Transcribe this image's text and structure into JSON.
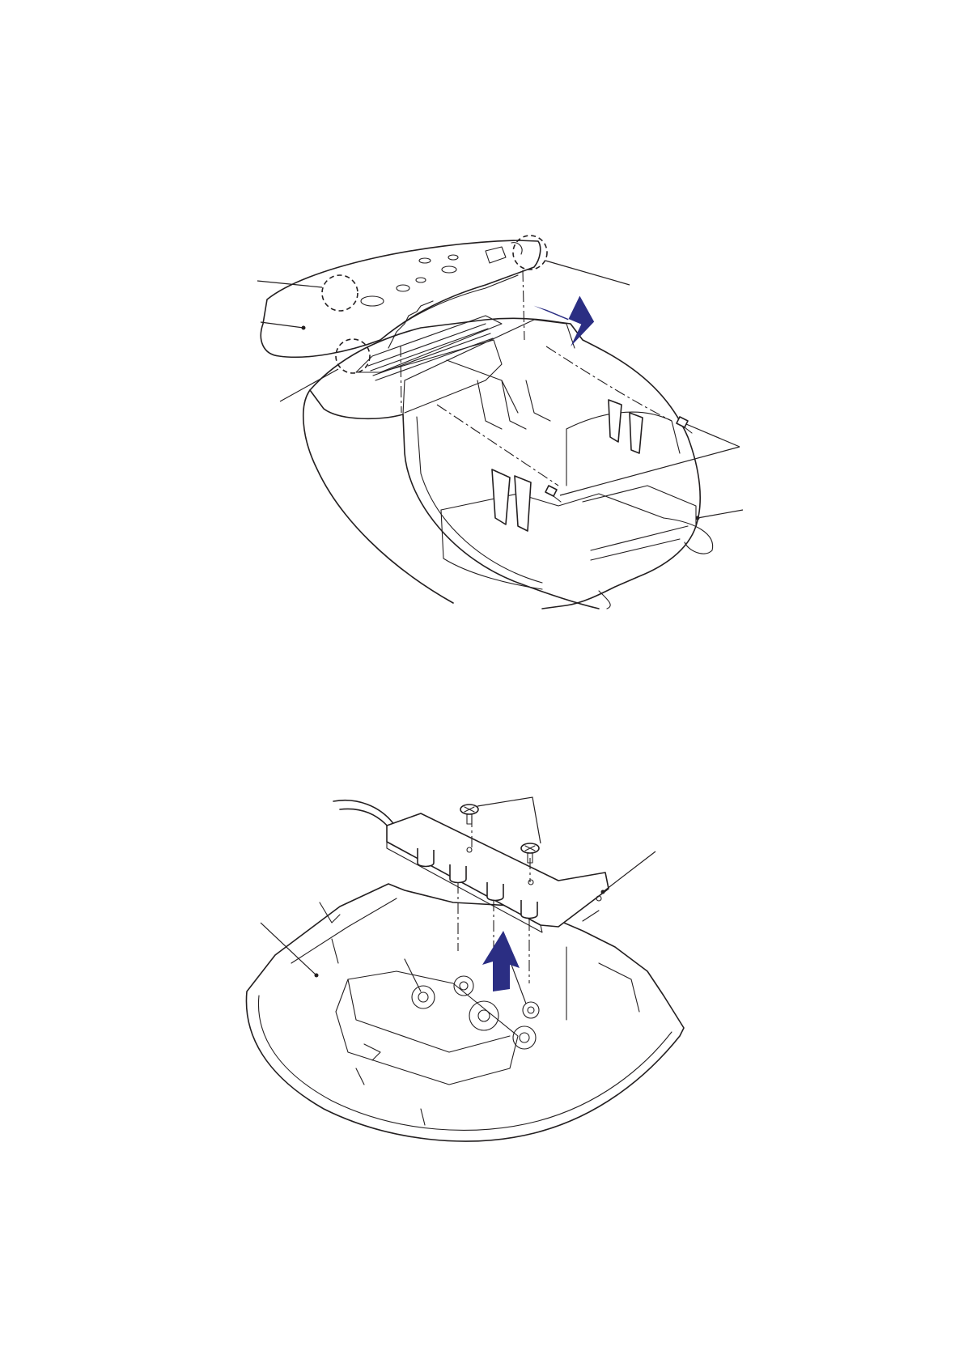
{
  "figure1": {
    "parts": [
      {
        "id": "upper-cover",
        "icon": "cover-panel"
      },
      {
        "id": "lower-housing",
        "icon": "housing-body"
      },
      {
        "id": "screws",
        "icon": "screw-icon"
      }
    ],
    "arrow": {
      "direction": "up-right",
      "color": "#2b2e83"
    }
  },
  "figure2": {
    "parts": [
      {
        "id": "pcb-board",
        "icon": "circuit-board"
      },
      {
        "id": "panel-cover",
        "icon": "cover-panel"
      },
      {
        "id": "screws",
        "icon": "screw-icon"
      }
    ],
    "arrow": {
      "direction": "up",
      "color": "#2b2e83"
    }
  },
  "colors": {
    "line": "#231f20",
    "arrow": "#2b2e83",
    "background": "#ffffff"
  }
}
